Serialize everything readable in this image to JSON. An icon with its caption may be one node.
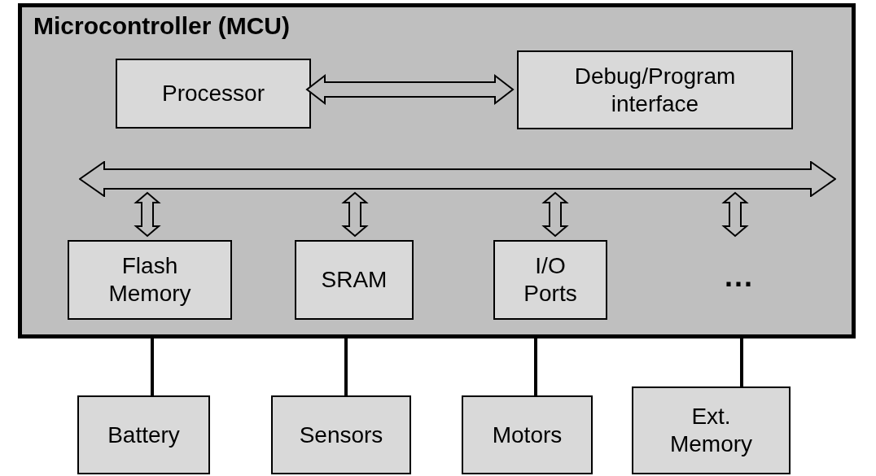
{
  "diagram": {
    "nodes": [
      {
        "text": [
          "Microcontroller (MCU)"
        ]
      },
      {
        "text": [
          "Processor"
        ],
        "in": 0
      },
      {
        "text": [
          "Debug/Program interface"
        ],
        "in": 0
      },
      {
        "text": [],
        "shape": "bar",
        "in": 0
      },
      {
        "text": [
          "Flash Memory"
        ],
        "in": 0
      },
      {
        "text": [
          "SRAM"
        ],
        "in": 0
      },
      {
        "text": [
          "I/O Ports"
        ],
        "in": 0
      },
      {
        "text": [
          "..."
        ],
        "in": 0
      },
      {
        "text": [
          "Battery"
        ]
      },
      {
        "text": [
          "Sensors"
        ]
      },
      {
        "text": [
          "Motors"
        ]
      },
      {
        "text": [
          "Ext. Memory"
        ]
      }
    ],
    "edges": [
      {
        "from": 1,
        "to": 2,
        "arrow": "both"
      },
      {
        "from": 3,
        "to": 4,
        "arrow": "both"
      },
      {
        "from": 3,
        "to": 5,
        "arrow": "both"
      },
      {
        "from": 3,
        "to": 6,
        "arrow": "both"
      },
      {
        "from": 3,
        "to": 7,
        "arrow": "both"
      },
      {
        "from": 0,
        "to": 8,
        "arrow": "none"
      },
      {
        "from": 0,
        "to": 9,
        "arrow": "none"
      },
      {
        "from": 0,
        "to": 10,
        "arrow": "none"
      },
      {
        "from": 0,
        "to": 11,
        "arrow": "none"
      }
    ]
  }
}
